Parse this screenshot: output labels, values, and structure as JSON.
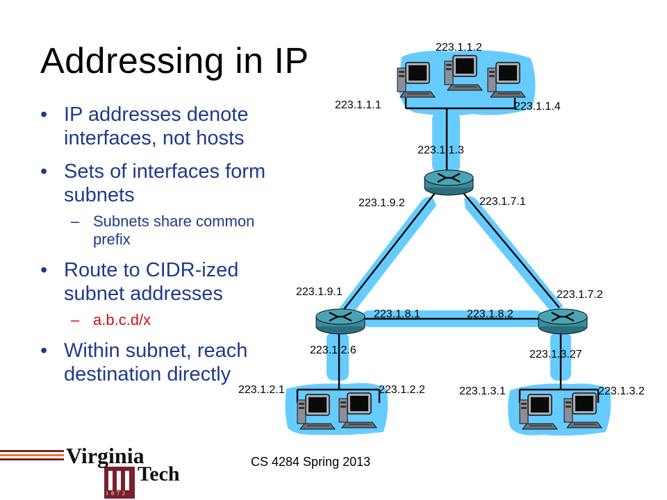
{
  "slide": {
    "title": "Addressing in IP",
    "bullets": [
      {
        "text": "IP addresses denote interfaces, not hosts",
        "sub": []
      },
      {
        "text": "Sets of interfaces form subnets",
        "sub": [
          {
            "text": "Subnets share common prefix",
            "color": "#1f3a8a"
          }
        ]
      },
      {
        "text": "Route to CIDR-ized subnet addresses",
        "sub": [
          {
            "text": "a.b.c.d/x",
            "color": "#cc1111"
          }
        ]
      },
      {
        "text": "Within subnet, reach destination directly",
        "sub": []
      }
    ],
    "footer": "CS 4284 Spring 2013"
  },
  "logo": {
    "line1": "Virginia",
    "line2": "Tech",
    "digits": "1 8 7 2"
  },
  "diagram": {
    "addresses": {
      "top_host_mid": "223.1.1.2",
      "top_host_left": "223.1.1.1",
      "top_host_right": "223.1.1.4",
      "top_router": "223.1.1.3",
      "top_router_left": "223.1.9.2",
      "top_router_right": "223.1.7.1",
      "left_router_top": "223.1.9.1",
      "left_router_right": "223.1.8.1",
      "right_router_left": "223.1.8.2",
      "right_router_top": "223.1.7.2",
      "left_router_bottom": "223.1.2.6",
      "right_router_bottom": "223.1.3.27",
      "bl_host_left": "223.1.2.1",
      "bl_host_right": "223.1.2.2",
      "br_host_left": "223.1.3.1",
      "br_host_right": "223.1.3.2"
    },
    "colors": {
      "subnet": "#66ccff",
      "link": "#000000",
      "router": "#3a8a9a"
    }
  }
}
